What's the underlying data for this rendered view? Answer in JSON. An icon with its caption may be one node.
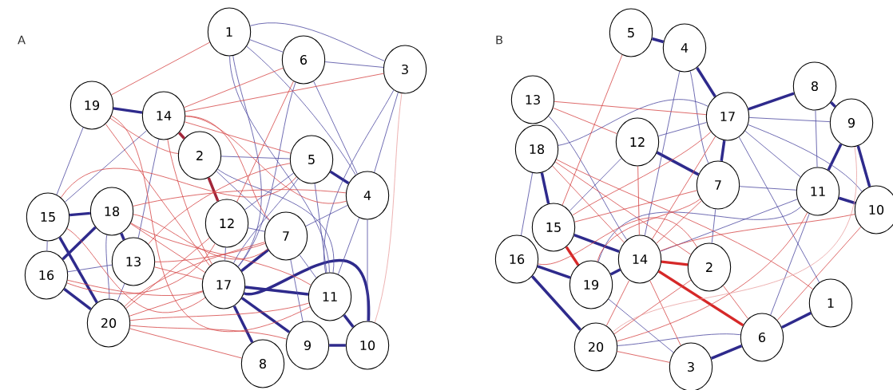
{
  "diagram": {
    "nodes": [
      {
        "text": [
          "1"
        ]
      },
      {
        "text": [
          "6"
        ]
      },
      {
        "text": [
          "3"
        ]
      },
      {
        "text": [
          "19"
        ]
      },
      {
        "text": [
          "14"
        ]
      },
      {
        "text": [
          "2"
        ]
      },
      {
        "text": [
          "5"
        ]
      },
      {
        "text": [
          "4"
        ]
      },
      {
        "text": [
          "15"
        ]
      },
      {
        "text": [
          "18"
        ]
      },
      {
        "text": [
          "12"
        ]
      },
      {
        "text": [
          "7"
        ]
      },
      {
        "text": [
          "16"
        ]
      },
      {
        "text": [
          "13"
        ]
      },
      {
        "text": [
          "17"
        ]
      },
      {
        "text": [
          "11"
        ]
      },
      {
        "text": [
          "20"
        ]
      },
      {
        "text": [
          "9"
        ]
      },
      {
        "text": [
          "10"
        ]
      },
      {
        "text": [
          "8"
        ]
      },
      {
        "text": [
          "5"
        ]
      },
      {
        "text": [
          "4"
        ]
      },
      {
        "text": [
          "13"
        ]
      },
      {
        "text": [
          "8"
        ]
      },
      {
        "text": [
          "17"
        ]
      },
      {
        "text": [
          "9"
        ]
      },
      {
        "text": [
          "18"
        ]
      },
      {
        "text": [
          "12"
        ]
      },
      {
        "text": [
          "7"
        ]
      },
      {
        "text": [
          "11"
        ]
      },
      {
        "text": [
          "10"
        ]
      },
      {
        "text": [
          "15"
        ]
      },
      {
        "text": [
          "16"
        ]
      },
      {
        "text": [
          "14"
        ]
      },
      {
        "text": [
          "2"
        ]
      },
      {
        "text": [
          "19"
        ]
      },
      {
        "text": [
          "1"
        ]
      },
      {
        "text": [
          "6"
        ]
      },
      {
        "text": [
          "20"
        ]
      },
      {
        "text": [
          "3"
        ]
      }
    ],
    "edges": [
      {
        "from": 3,
        "to": 4,
        "arrow": "none",
        "style": "thick",
        "color": "#2e2a8c"
      },
      {
        "from": 6,
        "to": 7,
        "arrow": "none",
        "style": "thick",
        "color": "#2e2a8c"
      },
      {
        "from": 8,
        "to": 9,
        "arrow": "none",
        "style": "thick",
        "color": "#2e2a8c"
      },
      {
        "from": 9,
        "to": 12,
        "arrow": "none",
        "style": "thick",
        "color": "#2e2a8c"
      },
      {
        "from": 12,
        "to": 16,
        "arrow": "none",
        "style": "thick",
        "color": "#2e2a8c"
      },
      {
        "from": 8,
        "to": 16,
        "arrow": "none",
        "style": "thick",
        "color": "#2e2a8c"
      },
      {
        "from": 14,
        "to": 19,
        "arrow": "none",
        "style": "thick",
        "color": "#2e2a8c"
      },
      {
        "from": 14,
        "to": 17,
        "arrow": "none",
        "style": "thick",
        "color": "#2e2a8c"
      },
      {
        "from": 17,
        "to": 18,
        "arrow": "none",
        "style": "thick",
        "color": "#2e2a8c"
      },
      {
        "from": 15,
        "to": 18,
        "arrow": "none",
        "style": "thick",
        "color": "#2e2a8c"
      },
      {
        "from": 14,
        "to": 15,
        "arrow": "none",
        "style": "thick",
        "color": "#2e2a8c"
      },
      {
        "from": 11,
        "to": 14,
        "arrow": "none",
        "style": "thick",
        "color": "#2e2a8c"
      },
      {
        "from": 9,
        "to": 13,
        "arrow": "none",
        "style": "thick",
        "color": "#2e2a8c"
      },
      {
        "from": 14,
        "to": 18,
        "arrow": "none",
        "style": "thick",
        "color": "#2e2a8c"
      },
      {
        "from": 4,
        "to": 5,
        "arrow": "none",
        "style": "thick",
        "color": "#a3263a"
      },
      {
        "from": 5,
        "to": 10,
        "arrow": "none",
        "style": "thick",
        "color": "#a3263a"
      },
      {
        "from": 0,
        "to": 1,
        "arrow": "none",
        "color": "#4b48a0"
      },
      {
        "from": 1,
        "to": 2,
        "arrow": "none",
        "color": "#4b48a0"
      },
      {
        "from": 0,
        "to": 2,
        "arrow": "none",
        "color": "#4b48a0"
      },
      {
        "from": 0,
        "to": 7,
        "arrow": "none",
        "color": "#4b48a0"
      },
      {
        "from": 0,
        "to": 15,
        "arrow": "none",
        "color": "#4b48a0"
      },
      {
        "from": 0,
        "to": 14,
        "arrow": "none",
        "color": "#4b48a0"
      },
      {
        "from": 1,
        "to": 7,
        "arrow": "none",
        "color": "#4b48a0"
      },
      {
        "from": 2,
        "to": 7,
        "arrow": "none",
        "color": "#4b48a0"
      },
      {
        "from": 2,
        "to": 15,
        "arrow": "none",
        "color": "#4b48a0"
      },
      {
        "from": 7,
        "to": 11,
        "arrow": "none",
        "color": "#4b48a0"
      },
      {
        "from": 7,
        "to": 15,
        "arrow": "none",
        "color": "#4b48a0"
      },
      {
        "from": 7,
        "to": 18,
        "arrow": "none",
        "color": "#4b48a0"
      },
      {
        "from": 10,
        "to": 11,
        "arrow": "none",
        "color": "#4b48a0"
      },
      {
        "from": 10,
        "to": 14,
        "arrow": "none",
        "color": "#4b48a0"
      },
      {
        "from": 5,
        "to": 11,
        "arrow": "none",
        "color": "#4b48a0"
      },
      {
        "from": 5,
        "to": 15,
        "arrow": "none",
        "color": "#4b48a0"
      },
      {
        "from": 4,
        "to": 8,
        "arrow": "none",
        "color": "#4b48a0"
      },
      {
        "from": 3,
        "to": 8,
        "arrow": "none",
        "color": "#4b48a0"
      },
      {
        "from": 6,
        "to": 14,
        "arrow": "none",
        "color": "#4b48a0"
      },
      {
        "from": 6,
        "to": 15,
        "arrow": "none",
        "color": "#4b48a0"
      },
      {
        "from": 11,
        "to": 15,
        "arrow": "none",
        "color": "#4b48a0"
      },
      {
        "from": 11,
        "to": 17,
        "arrow": "none",
        "color": "#4b48a0"
      },
      {
        "from": 4,
        "to": 13,
        "arrow": "none",
        "color": "#4b48a0"
      },
      {
        "from": 8,
        "to": 12,
        "arrow": "none",
        "color": "#4b48a0"
      },
      {
        "from": 12,
        "to": 13,
        "arrow": "none",
        "color": "#4b48a0"
      },
      {
        "from": 9,
        "to": 16,
        "arrow": "none",
        "color": "#4b48a0"
      },
      {
        "from": 13,
        "to": 16,
        "arrow": "none",
        "color": "#4b48a0"
      },
      {
        "from": 1,
        "to": 14,
        "arrow": "none",
        "color": "#4b48a0"
      },
      {
        "from": 6,
        "to": 10,
        "arrow": "none",
        "color": "#4b48a0"
      },
      {
        "from": 5,
        "to": 6,
        "arrow": "none",
        "color": "#4b48a0"
      },
      {
        "from": 4,
        "to": 6,
        "arrow": "none",
        "color": "#d64545"
      },
      {
        "from": 4,
        "to": 7,
        "arrow": "none",
        "color": "#d64545"
      },
      {
        "from": 4,
        "to": 11,
        "arrow": "none",
        "color": "#d64545"
      },
      {
        "from": 4,
        "to": 14,
        "arrow": "none",
        "color": "#d64545"
      },
      {
        "from": 3,
        "to": 14,
        "arrow": "none",
        "color": "#d64545"
      },
      {
        "from": 3,
        "to": 15,
        "arrow": "none",
        "color": "#d64545"
      },
      {
        "from": 1,
        "to": 4,
        "arrow": "none",
        "color": "#d64545"
      },
      {
        "from": 2,
        "to": 4,
        "arrow": "none",
        "color": "#d64545"
      },
      {
        "from": 0,
        "to": 3,
        "arrow": "none",
        "color": "#d64545"
      },
      {
        "from": 1,
        "to": 10,
        "arrow": "none",
        "color": "#d64545"
      },
      {
        "from": 9,
        "to": 7,
        "arrow": "none",
        "color": "#d64545"
      },
      {
        "from": 9,
        "to": 11,
        "arrow": "none",
        "color": "#d64545"
      },
      {
        "from": 9,
        "to": 14,
        "arrow": "none",
        "color": "#d64545"
      },
      {
        "from": 9,
        "to": 15,
        "arrow": "none",
        "color": "#d64545"
      },
      {
        "from": 16,
        "to": 14,
        "arrow": "none",
        "color": "#d64545"
      },
      {
        "from": 16,
        "to": 15,
        "arrow": "none",
        "color": "#d64545"
      },
      {
        "from": 16,
        "to": 11,
        "arrow": "none",
        "color": "#d64545"
      },
      {
        "from": 16,
        "to": 19,
        "arrow": "none",
        "color": "#d64545"
      },
      {
        "from": 16,
        "to": 17,
        "arrow": "none",
        "color": "#d64545"
      },
      {
        "from": 13,
        "to": 14,
        "arrow": "none",
        "color": "#d64545"
      },
      {
        "from": 13,
        "to": 11,
        "arrow": "none",
        "color": "#d64545"
      },
      {
        "from": 12,
        "to": 14,
        "arrow": "none",
        "color": "#d64545"
      },
      {
        "from": 8,
        "to": 14,
        "arrow": "none",
        "color": "#d64545"
      },
      {
        "from": 12,
        "to": 10,
        "arrow": "none",
        "color": "#d64545"
      },
      {
        "from": 13,
        "to": 6,
        "arrow": "none",
        "color": "#d64545"
      },
      {
        "from": 8,
        "to": 6,
        "arrow": "none",
        "color": "#d64545"
      },
      {
        "from": 3,
        "to": 5,
        "arrow": "none",
        "color": "#d64545"
      },
      {
        "from": 16,
        "to": 10,
        "arrow": "none",
        "color": "#d64545"
      },
      {
        "from": 2,
        "to": 18,
        "arrow": "none",
        "color": "#e8a0a0"
      },
      {
        "from": 20,
        "to": 21,
        "arrow": "none",
        "style": "thick",
        "color": "#2e2a8c"
      },
      {
        "from": 31,
        "to": 33,
        "arrow": "none",
        "style": "thick",
        "color": "#2e2a8c"
      },
      {
        "from": 35,
        "to": 33,
        "arrow": "none",
        "style": "thick",
        "color": "#2e2a8c"
      },
      {
        "from": 23,
        "to": 24,
        "arrow": "none",
        "style": "thick",
        "color": "#2e2a8c"
      },
      {
        "from": 25,
        "to": 29,
        "arrow": "none",
        "style": "thick",
        "color": "#2e2a8c"
      },
      {
        "from": 25,
        "to": 30,
        "arrow": "none",
        "style": "thick",
        "color": "#2e2a8c"
      },
      {
        "from": 29,
        "to": 30,
        "arrow": "none",
        "style": "thick",
        "color": "#2e2a8c"
      },
      {
        "from": 32,
        "to": 35,
        "arrow": "none",
        "style": "thick",
        "color": "#2e2a8c"
      },
      {
        "from": 32,
        "to": 38,
        "arrow": "none",
        "style": "thick",
        "color": "#2e2a8c"
      },
      {
        "from": 37,
        "to": 39,
        "arrow": "none",
        "style": "thick",
        "color": "#2e2a8c"
      },
      {
        "from": 37,
        "to": 36,
        "arrow": "none",
        "style": "thick",
        "color": "#2e2a8c"
      },
      {
        "from": 27,
        "to": 28,
        "arrow": "none",
        "style": "thick",
        "color": "#2e2a8c"
      },
      {
        "from": 24,
        "to": 28,
        "arrow": "none",
        "style": "thick",
        "color": "#2e2a8c"
      },
      {
        "from": 21,
        "to": 24,
        "arrow": "none",
        "style": "thick",
        "color": "#2e2a8c"
      },
      {
        "from": 26,
        "to": 31,
        "arrow": "none",
        "style": "thick",
        "color": "#2e2a8c"
      },
      {
        "from": 23,
        "to": 25,
        "arrow": "none",
        "style": "thick",
        "color": "#2e2a8c"
      },
      {
        "from": 33,
        "to": 34,
        "arrow": "none",
        "style": "thick",
        "color": "#d62828"
      },
      {
        "from": 31,
        "to": 35,
        "arrow": "none",
        "style": "thick",
        "color": "#d62828"
      },
      {
        "from": 33,
        "to": 37,
        "arrow": "none",
        "style": "thick",
        "color": "#d62828"
      },
      {
        "from": 23,
        "to": 29,
        "arrow": "none",
        "color": "#4b48a0"
      },
      {
        "from": 24,
        "to": 25,
        "arrow": "none",
        "color": "#4b48a0"
      },
      {
        "from": 24,
        "to": 29,
        "arrow": "none",
        "color": "#4b48a0"
      },
      {
        "from": 24,
        "to": 27,
        "arrow": "none",
        "color": "#4b48a0"
      },
      {
        "from": 24,
        "to": 26,
        "arrow": "none",
        "color": "#4b48a0"
      },
      {
        "from": 28,
        "to": 29,
        "arrow": "none",
        "color": "#4b48a0"
      },
      {
        "from": 28,
        "to": 34,
        "arrow": "none",
        "color": "#4b48a0"
      },
      {
        "from": 21,
        "to": 33,
        "arrow": "none",
        "color": "#4b48a0"
      },
      {
        "from": 21,
        "to": 28,
        "arrow": "none",
        "color": "#4b48a0"
      },
      {
        "from": 24,
        "to": 36,
        "arrow": "none",
        "color": "#4b48a0"
      },
      {
        "from": 26,
        "to": 32,
        "arrow": "none",
        "color": "#4b48a0"
      },
      {
        "from": 22,
        "to": 33,
        "arrow": "none",
        "color": "#4b48a0"
      },
      {
        "from": 27,
        "to": 31,
        "arrow": "none",
        "color": "#4b48a0"
      },
      {
        "from": 33,
        "to": 29,
        "arrow": "none",
        "color": "#4b48a0"
      },
      {
        "from": 38,
        "to": 37,
        "arrow": "none",
        "color": "#4b48a0"
      },
      {
        "from": 35,
        "to": 39,
        "arrow": "none",
        "color": "#4b48a0"
      },
      {
        "from": 29,
        "to": 37,
        "arrow": "none",
        "color": "#4b48a0"
      },
      {
        "from": 29,
        "to": 35,
        "arrow": "none",
        "color": "#4b48a0"
      },
      {
        "from": 24,
        "to": 30,
        "arrow": "none",
        "color": "#4b48a0"
      },
      {
        "from": 20,
        "to": 31,
        "arrow": "none",
        "color": "#d64545"
      },
      {
        "from": 22,
        "to": 24,
        "arrow": "none",
        "color": "#d64545"
      },
      {
        "from": 22,
        "to": 27,
        "arrow": "none",
        "color": "#d64545"
      },
      {
        "from": 26,
        "to": 33,
        "arrow": "none",
        "color": "#d64545"
      },
      {
        "from": 26,
        "to": 34,
        "arrow": "none",
        "color": "#d64545"
      },
      {
        "from": 26,
        "to": 36,
        "arrow": "none",
        "color": "#d64545"
      },
      {
        "from": 27,
        "to": 33,
        "arrow": "none",
        "color": "#d64545"
      },
      {
        "from": 31,
        "to": 24,
        "arrow": "none",
        "color": "#d64545"
      },
      {
        "from": 31,
        "to": 28,
        "arrow": "none",
        "color": "#d64545"
      },
      {
        "from": 33,
        "to": 28,
        "arrow": "none",
        "color": "#d64545"
      },
      {
        "from": 33,
        "to": 24,
        "arrow": "none",
        "color": "#d64545"
      },
      {
        "from": 33,
        "to": 38,
        "arrow": "none",
        "color": "#d64545"
      },
      {
        "from": 38,
        "to": 34,
        "arrow": "none",
        "color": "#d64545"
      },
      {
        "from": 38,
        "to": 29,
        "arrow": "none",
        "color": "#d64545"
      },
      {
        "from": 33,
        "to": 39,
        "arrow": "none",
        "color": "#d64545"
      },
      {
        "from": 34,
        "to": 37,
        "arrow": "none",
        "color": "#d64545"
      },
      {
        "from": 30,
        "to": 37,
        "arrow": "none",
        "color": "#d64545"
      },
      {
        "from": 30,
        "to": 33,
        "arrow": "none",
        "color": "#d64545"
      },
      {
        "from": 32,
        "to": 34,
        "arrow": "none",
        "color": "#d64545"
      },
      {
        "from": 35,
        "to": 28,
        "arrow": "none",
        "color": "#d64545"
      },
      {
        "from": 38,
        "to": 39,
        "arrow": "none",
        "color": "#d64545"
      },
      {
        "from": 25,
        "to": 38,
        "arrow": "none",
        "color": "#e8a0a0"
      }
    ],
    "labels": [
      "A",
      "B"
    ]
  }
}
